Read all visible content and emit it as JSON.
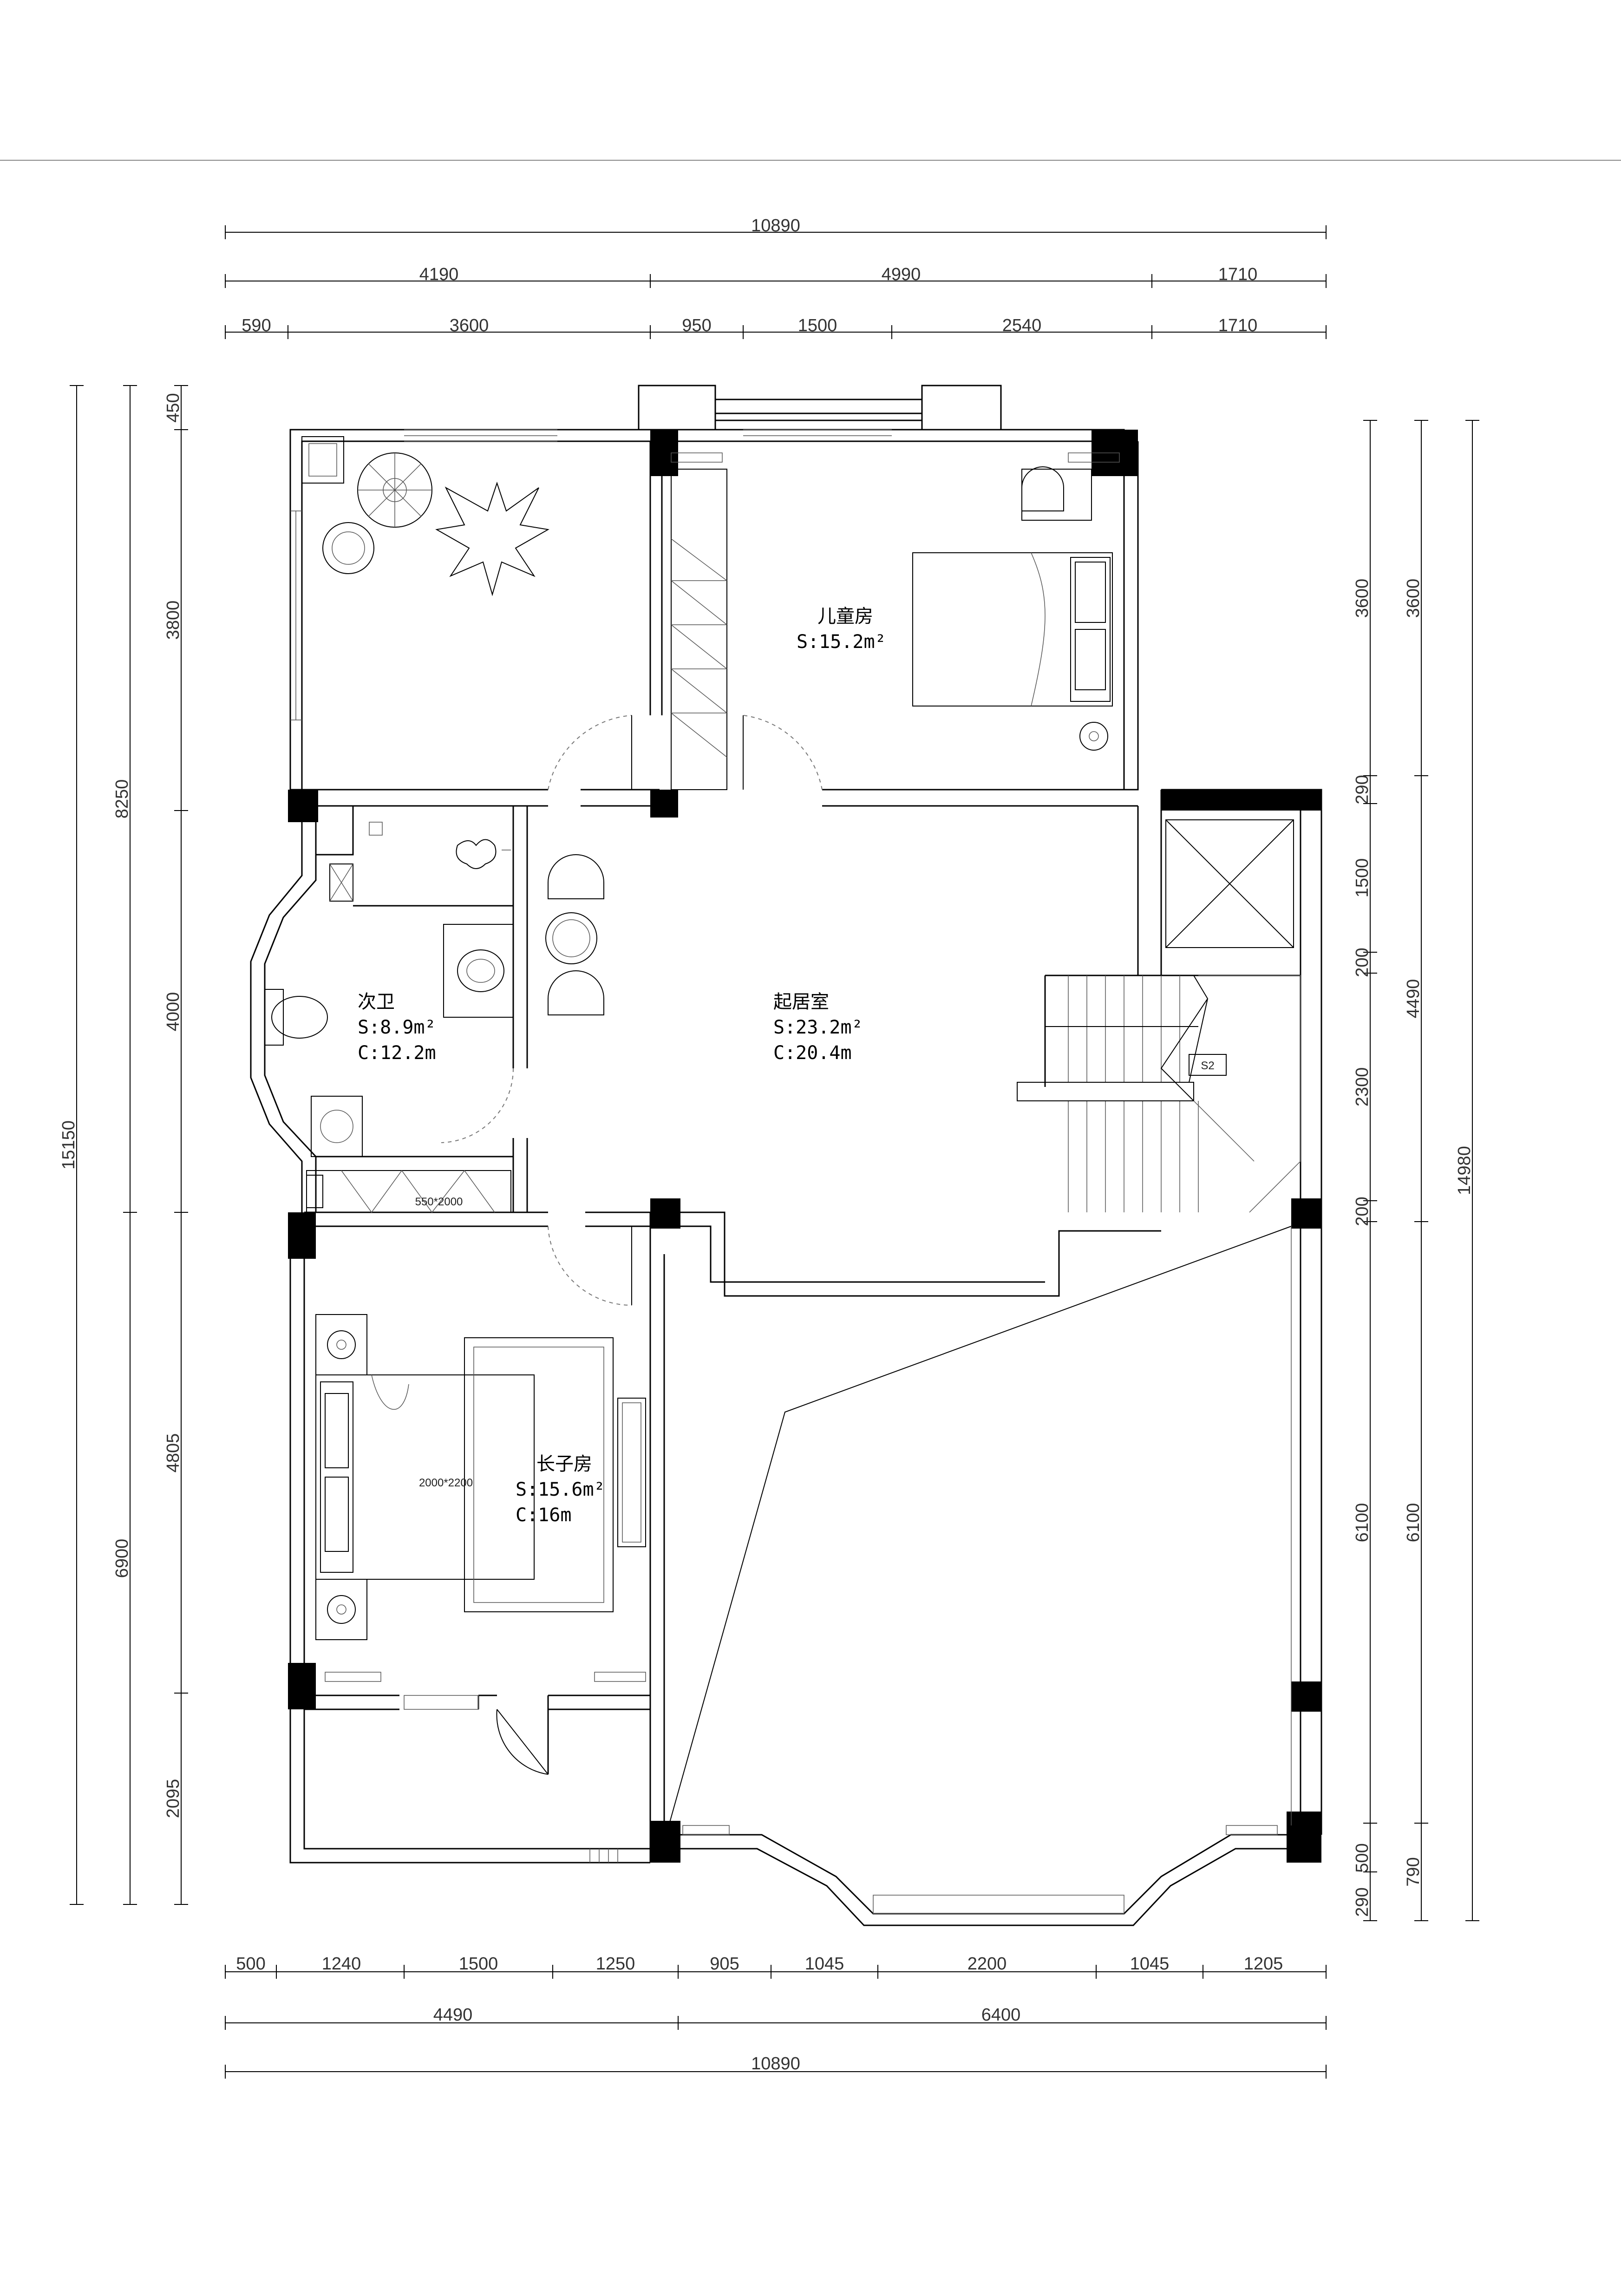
{
  "dimensions": {
    "top_total": "10890",
    "top_mid": [
      "4190",
      "4990",
      "1710"
    ],
    "top_detail": [
      "590",
      "3600",
      "950",
      "1500",
      "2540",
      "1710"
    ],
    "bottom_detail": [
      "500",
      "1240",
      "1500",
      "1250",
      "905",
      "1045",
      "2200",
      "1045",
      "1205"
    ],
    "bottom_mid": [
      "4490",
      "6400"
    ],
    "bottom_total": "10890",
    "left_total": "15150",
    "left_mid": [
      "8250",
      "6900"
    ],
    "left_detail": [
      "450",
      "3800",
      "4000",
      "4805",
      "2095"
    ],
    "right_detail": [
      "3600",
      "290",
      "1500",
      "200",
      "2300",
      "200",
      "6100",
      "500",
      "290"
    ],
    "right_mid": [
      "3600",
      "4490",
      "6100",
      "790"
    ],
    "right_total": "14980"
  },
  "rooms": {
    "child": {
      "name": "儿童房",
      "area": "S:15.2m²"
    },
    "living": {
      "name": "起居室",
      "area": "S:23.2m²",
      "perimeter": "C:20.4m"
    },
    "bath": {
      "name": "次卫",
      "area": "S:8.9m²",
      "perimeter": "C:12.2m"
    },
    "eldest": {
      "name": "长子房",
      "area": "S:15.6m²",
      "perimeter": "C:16m"
    }
  },
  "labels": {
    "wardrobe_size": "550*2000",
    "bed_size": "2000*2200",
    "stair_tag": "S2"
  }
}
